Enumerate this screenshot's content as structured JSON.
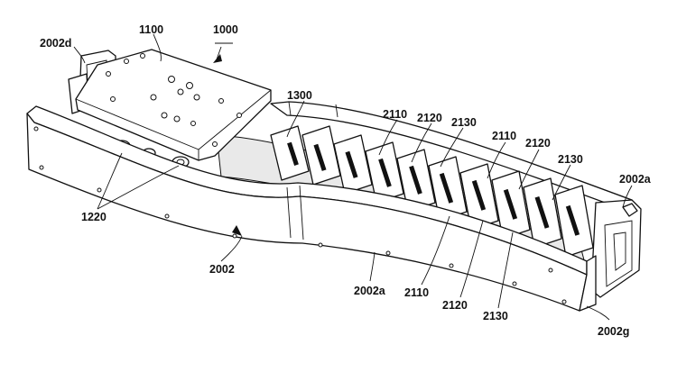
{
  "labels": {
    "l1000": "1000",
    "l1100": "1100",
    "l2002d": "2002d",
    "l1300": "1300",
    "l2110_top1": "2110",
    "l2120_top1": "2120",
    "l2130_top1": "2130",
    "l2110_top2": "2110",
    "l2120_top2": "2120",
    "l2130_top2": "2130",
    "l2002a_right": "2002a",
    "l1220": "1220",
    "l2002": "2002",
    "l2002a_bottom": "2002a",
    "l2110_bottom": "2110",
    "l2120_bottom": "2120",
    "l2130_bottom": "2130",
    "l2002g": "2002g"
  }
}
